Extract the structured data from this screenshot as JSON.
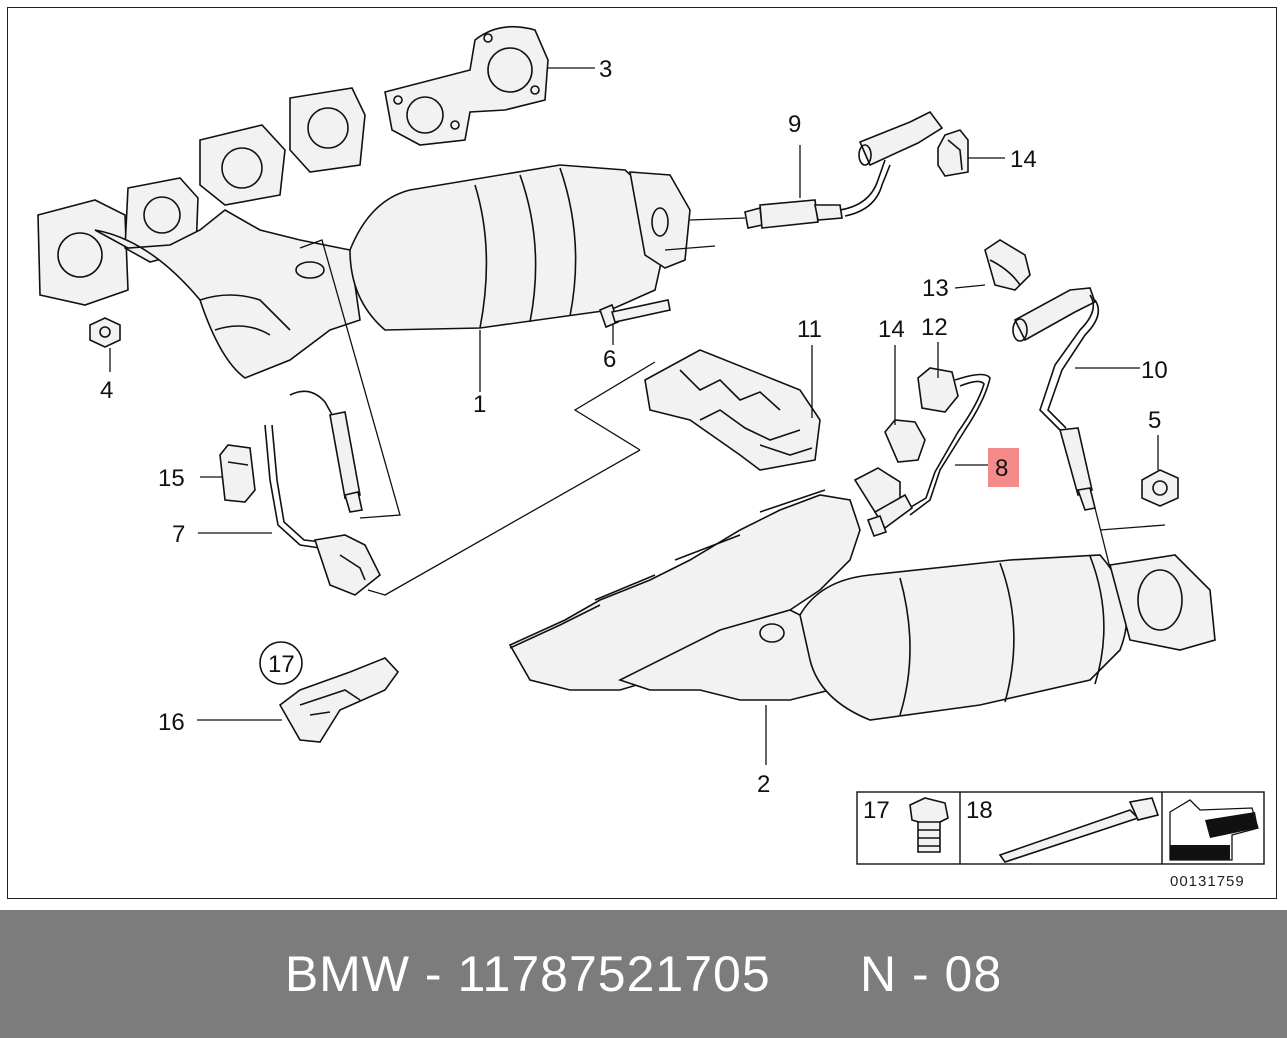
{
  "diagram": {
    "callouts": [
      {
        "id": "c1",
        "text": "1"
      },
      {
        "id": "c2",
        "text": "2"
      },
      {
        "id": "c3",
        "text": "3"
      },
      {
        "id": "c4",
        "text": "4"
      },
      {
        "id": "c5",
        "text": "5"
      },
      {
        "id": "c6",
        "text": "6"
      },
      {
        "id": "c7",
        "text": "7"
      },
      {
        "id": "c8",
        "text": "8",
        "highlighted": true
      },
      {
        "id": "c9",
        "text": "9"
      },
      {
        "id": "c10",
        "text": "10"
      },
      {
        "id": "c11",
        "text": "11"
      },
      {
        "id": "c12",
        "text": "12"
      },
      {
        "id": "c13",
        "text": "13"
      },
      {
        "id": "c14a",
        "text": "14"
      },
      {
        "id": "c14b",
        "text": "14"
      },
      {
        "id": "c15",
        "text": "15"
      },
      {
        "id": "c16",
        "text": "16"
      },
      {
        "id": "c17",
        "text": "17"
      }
    ],
    "legend": {
      "item_17": "17",
      "item_18": "18"
    },
    "drawing_number": "00131759"
  },
  "footer": {
    "brand": "BMW",
    "separator": " - ",
    "part_number": "11787521705",
    "position_label": "N - 08"
  },
  "colors": {
    "highlight": "#f48a8a",
    "footer_bg": "#7c7c7c"
  }
}
